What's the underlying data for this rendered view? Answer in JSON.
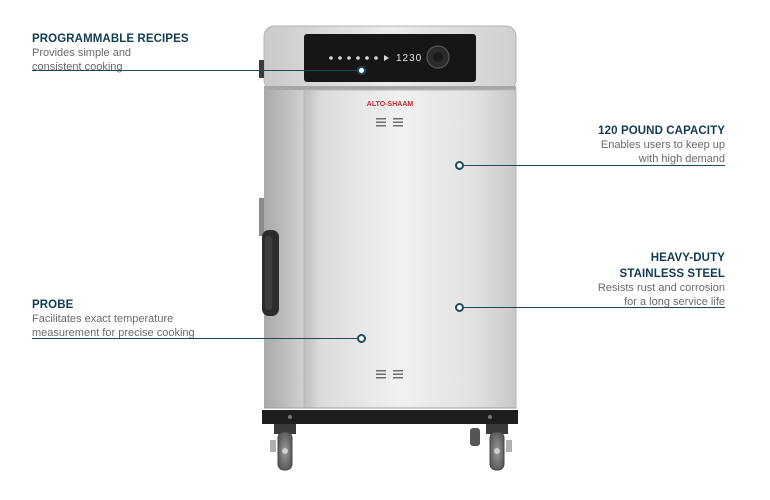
{
  "callouts": {
    "programmable": {
      "title": "PROGRAMMABLE RECIPES",
      "desc_line1": "Provides simple and",
      "desc_line2": "consistent cooking"
    },
    "probe": {
      "title": "PROBE",
      "desc_line1": "Facilitates exact temperature",
      "desc_line2": "measurement for precise cooking"
    },
    "capacity": {
      "title": "120 POUND CAPACITY",
      "desc_line1": "Enables users to keep up",
      "desc_line2": "with high demand"
    },
    "steel": {
      "title_line1": "HEAVY-DUTY",
      "title_line2": "STAINLESS STEEL",
      "desc_line1": "Resists rust and corrosion",
      "desc_line2": "for a long service life"
    }
  },
  "oven": {
    "brand": "ALTO-SHAAM",
    "display_time": "1230"
  },
  "colors": {
    "accent": "#1d4a60",
    "title": "#123b52",
    "description": "#6a6a6a",
    "brand": "#c0282f"
  },
  "icons": {
    "panel_buttons": "touch-button-icons",
    "dial": "control-dial-icon"
  }
}
